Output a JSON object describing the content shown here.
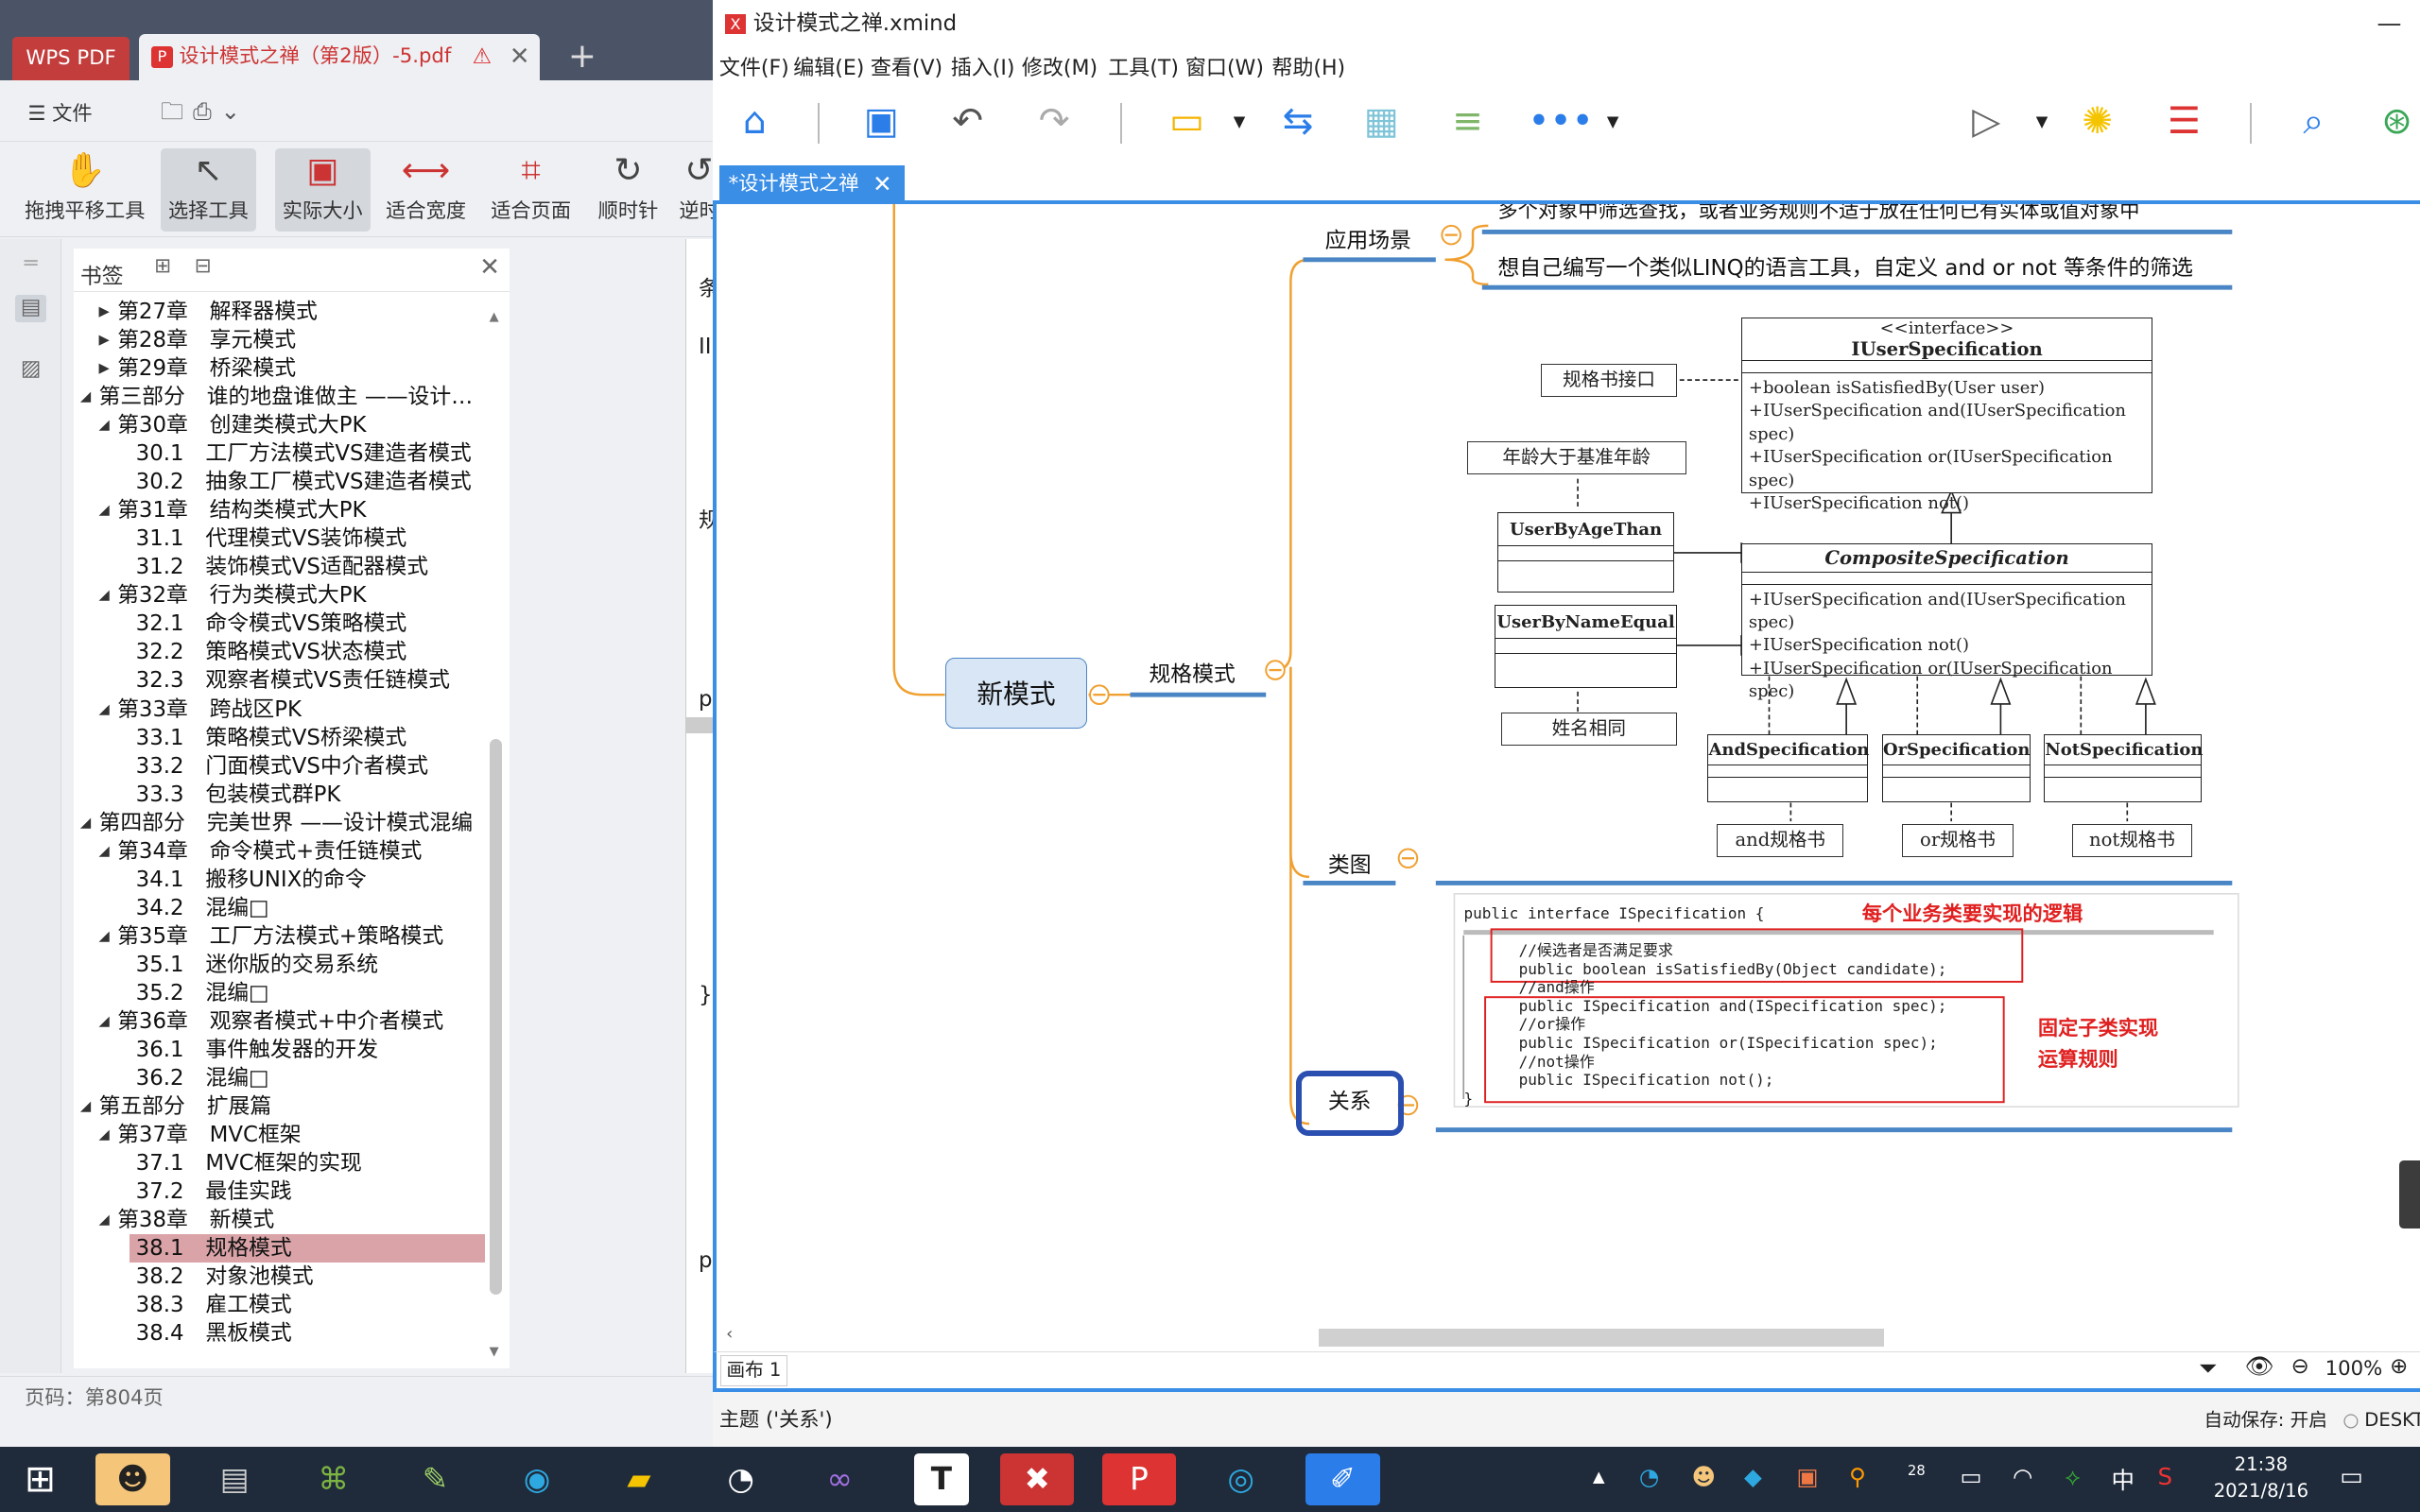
{
  "wps": {
    "home_tab": "WPS PDF",
    "doc_tab": "设计模式之禅（第2版）-5.pdf",
    "menu_file": "文件",
    "tools": [
      "拖拽平移工具",
      "选择工具",
      "实际大小",
      "适合宽度",
      "适合页面",
      "顺时针",
      "逆时"
    ],
    "bookmark_title": "书签",
    "bookmarks": [
      {
        "text": "第27章　解释器模式",
        "level": 1,
        "state": "collapsed"
      },
      {
        "text": "第28章　享元模式",
        "level": 1,
        "state": "collapsed"
      },
      {
        "text": "第29章　桥梁模式",
        "level": 1,
        "state": "collapsed"
      },
      {
        "text": "第三部分　谁的地盘谁做主 ——设计…",
        "level": 0,
        "state": "expanded"
      },
      {
        "text": "第30章　创建类模式大PK",
        "level": 1,
        "state": "expanded"
      },
      {
        "text": "30.1　工厂方法模式VS建造者模式",
        "level": 2
      },
      {
        "text": "30.2　抽象工厂模式VS建造者模式",
        "level": 2
      },
      {
        "text": "第31章　结构类模式大PK",
        "level": 1,
        "state": "expanded"
      },
      {
        "text": "31.1　代理模式VS装饰模式",
        "level": 2
      },
      {
        "text": "31.2　装饰模式VS适配器模式",
        "level": 2
      },
      {
        "text": "第32章　行为类模式大PK",
        "level": 1,
        "state": "expanded"
      },
      {
        "text": "32.1　命令模式VS策略模式",
        "level": 2
      },
      {
        "text": "32.2　策略模式VS状态模式",
        "level": 2
      },
      {
        "text": "32.3　观察者模式VS责任链模式",
        "level": 2
      },
      {
        "text": "第33章　跨战区PK",
        "level": 1,
        "state": "expanded"
      },
      {
        "text": "33.1　策略模式VS桥梁模式",
        "level": 2
      },
      {
        "text": "33.2　门面模式VS中介者模式",
        "level": 2
      },
      {
        "text": "33.3　包装模式群PK",
        "level": 2
      },
      {
        "text": "第四部分　完美世界 ——设计模式混编",
        "level": 0,
        "state": "expanded"
      },
      {
        "text": "第34章　命令模式+责任链模式",
        "level": 1,
        "state": "expanded"
      },
      {
        "text": "34.1　搬移UNIX的命令",
        "level": 2
      },
      {
        "text": "34.2　混编□",
        "level": 2
      },
      {
        "text": "第35章　工厂方法模式+策略模式",
        "level": 1,
        "state": "expanded"
      },
      {
        "text": "35.1　迷你版的交易系统",
        "level": 2
      },
      {
        "text": "35.2　混编□",
        "level": 2
      },
      {
        "text": "第36章　观察者模式+中介者模式",
        "level": 1,
        "state": "expanded"
      },
      {
        "text": "36.1　事件触发器的开发",
        "level": 2
      },
      {
        "text": "36.2　混编□",
        "level": 2
      },
      {
        "text": "第五部分　扩展篇",
        "level": 0,
        "state": "expanded"
      },
      {
        "text": "第37章　MVC框架",
        "level": 1,
        "state": "expanded"
      },
      {
        "text": "37.1　MVC框架的实现",
        "level": 2
      },
      {
        "text": "37.2　最佳实践",
        "level": 2
      },
      {
        "text": "第38章　新模式",
        "level": 1,
        "state": "expanded"
      },
      {
        "text": "38.1　规格模式",
        "level": 2,
        "selected": true
      },
      {
        "text": "38.2　对象池模式",
        "level": 2
      },
      {
        "text": "38.3　雇工模式",
        "level": 2
      },
      {
        "text": "38.4　黑板模式",
        "level": 2
      }
    ],
    "page_side_chars": [
      "条",
      "II",
      "规",
      "p",
      "}",
      "p"
    ],
    "status": "页码：第804页"
  },
  "xmind": {
    "title": "设计模式之禅.xmind",
    "menu": [
      "文件(F)",
      "编辑(E)",
      "查看(V)",
      "插入(I)",
      "修改(M)",
      "工具(T)",
      "窗口(W)",
      "帮助(H)"
    ],
    "tab": "*设计模式之禅",
    "nodes": {
      "root": "新模式",
      "pattern": "规格模式",
      "scene": "应用场景",
      "scene_text_top": "多个对象中筛选查找，或者业务规则不适于放在任何已有实体或值对象中",
      "scene_text": "想自己编写一个类似LINQ的语言工具，自定义 and or  not 等条件的筛选",
      "class_diagram": "类图",
      "relation": "关系"
    },
    "uml": {
      "iface_stereo": "<<interface>>",
      "iface_name": "IUserSpecification",
      "iface_methods": [
        "+boolean isSatisfiedBy(User user)",
        "+IUserSpecification and(IUserSpecification spec)",
        "+IUserSpecification or(IUserSpecification spec)",
        "+IUserSpecification not()"
      ],
      "composite_name": "CompositeSpecification",
      "composite_methods": [
        "+IUserSpecification and(IUserSpecification spec)",
        "+IUserSpecification not()",
        "+IUserSpecification or(IUserSpecification spec)"
      ],
      "age": "UserByAgeThan",
      "name_equal": "UserByNameEqual",
      "and": "AndSpecification",
      "or": "OrSpecification",
      "not": "NotSpecification",
      "notes": {
        "spec_iface": "规格书接口",
        "age_note": "年龄大于基准年龄",
        "name_note": "姓名相同",
        "and_note": "and规格书",
        "or_note": "or规格书",
        "not_note": "not规格书"
      }
    },
    "code": {
      "lines": [
        "public interface ISpecification {",
        "    //候选者是否满足要求",
        "    public boolean isSatisfiedBy(Object candidate);",
        "    //and操作",
        "    public ISpecification and(ISpecification spec);",
        "    //or操作",
        "    public ISpecification or(ISpecification spec);",
        "    //not操作",
        "    public ISpecification not();",
        "}"
      ],
      "note1": "每个业务类要实现的逻辑",
      "note2a": "固定子类实现",
      "note2b": "运算规则"
    },
    "canvas_tab": "画布 1",
    "zoom": "100%",
    "status_topic": "主题 ('关系')",
    "status_autosave": "自动保存: 开启",
    "status_desk": "DESKT"
  },
  "taskbar": {
    "time": "21:38",
    "date": "2021/8/16",
    "ime": "中",
    "badge": "28"
  }
}
